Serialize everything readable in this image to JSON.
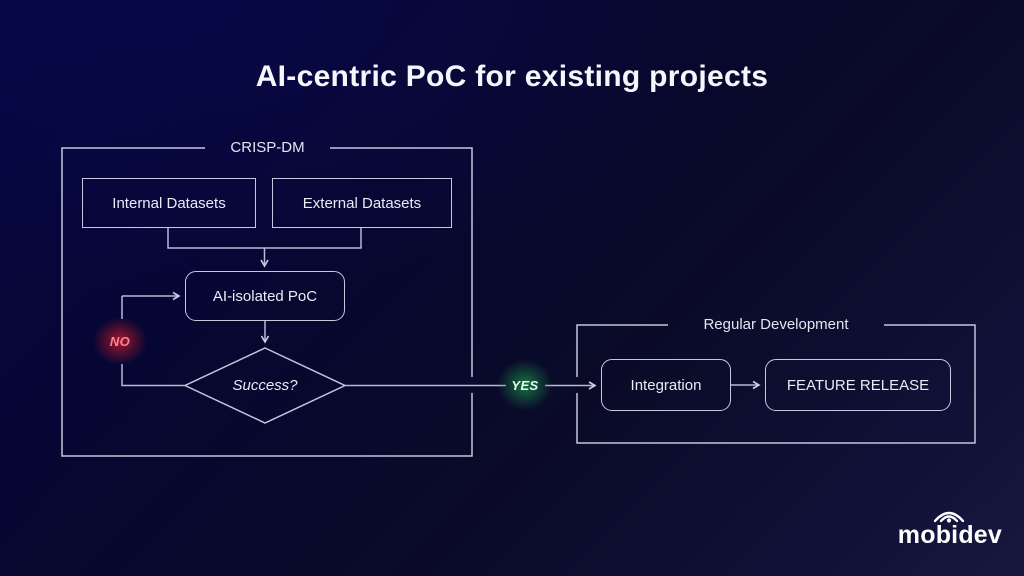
{
  "title": "AI-centric PoC for existing projects",
  "groups": {
    "crisp_dm": {
      "label": "CRISP-DM"
    },
    "regular_development": {
      "label": "Regular Development"
    }
  },
  "nodes": {
    "internal_datasets": {
      "label": "Internal Datasets"
    },
    "external_datasets": {
      "label": "External Datasets"
    },
    "ai_isolated_poc": {
      "label": "AI-isolated PoC"
    },
    "success_decision": {
      "label": "Success?"
    },
    "integration": {
      "label": "Integration"
    },
    "feature_release": {
      "label": "FEATURE RELEASE"
    }
  },
  "edge_labels": {
    "no": {
      "label": "NO",
      "text_color": "#ff8291",
      "glow_color": "#aa182c"
    },
    "yes": {
      "label": "YES",
      "text_color": "#dbffec",
      "glow_color": "#187a42"
    }
  },
  "logo": {
    "wordmark": "mobidev"
  },
  "colors": {
    "background_dark": "#07072f",
    "background_light": "#17173f",
    "line": "#b6bad2",
    "node_border": "#c6c9dd",
    "node_text": "#e9ebf6",
    "title_text": "#f6f7fd"
  }
}
